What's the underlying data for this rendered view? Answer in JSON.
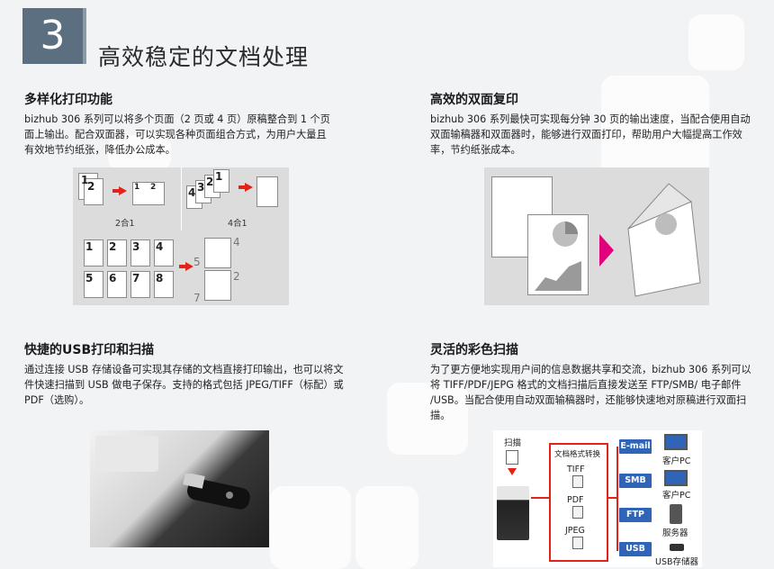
{
  "header": {
    "section_number": "3",
    "title": "高效稳定的文档处理"
  },
  "sections": {
    "multi_print": {
      "title": "多样化打印功能",
      "body": "bizhub 306 系列可以将多个页面（2 页或 4 页）原稿整合到 1 个页面上输出。配合双面器，可以实现各种页面组合方式，为用户大量且有效地节约纸张，降低办公成本。",
      "captions": {
        "two_in_one": "2合1",
        "four_in_one": "4合1"
      }
    },
    "duplex_copy": {
      "title": "高效的双面复印",
      "body": "bizhub 306 系列最快可实现每分钟 30 页的输出速度，当配合使用自动双面输稿器和双面器时，能够进行双面打印，帮助用户大幅提高工作效率，节约纸张成本。"
    },
    "usb_print": {
      "title": "快捷的USB打印和扫描",
      "body": "通过连接 USB 存储设备可实现其存储的文档直接打印输出，也可以将文件快速扫描到 USB 做电子保存。支持的格式包括 JPEG/TIFF（标配）或 PDF（选购）。"
    },
    "color_scan": {
      "title": "灵活的彩色扫描",
      "body": "为了更方便地实现用户间的信息数据共享和交流，bizhub 306 系列可以将 TIFF/PDF/JEPG 格式的文档扫描后直接发送至 FTP/SMB/ 电子邮件 /USB。当配合使用自动双面输稿器时，还能够快速地对原稿进行双面扫描。",
      "diagram": {
        "scan_label": "扫描",
        "convert_title": "文档格式转换",
        "formats": [
          "TIFF",
          "PDF",
          "JPEG"
        ],
        "destinations": [
          {
            "button": "E-mail",
            "target": "客户PC"
          },
          {
            "button": "SMB",
            "target": "客户PC"
          },
          {
            "button": "FTP",
            "target": "服务器"
          },
          {
            "button": "USB",
            "target": "USB存储器"
          }
        ]
      }
    }
  },
  "page_numbers": [
    "1",
    "2",
    "3",
    "4",
    "5",
    "6",
    "7",
    "8"
  ],
  "colors": {
    "accent_red": "#e2231a",
    "button_blue": "#2f64b6",
    "number_box": "#5b6f80"
  }
}
